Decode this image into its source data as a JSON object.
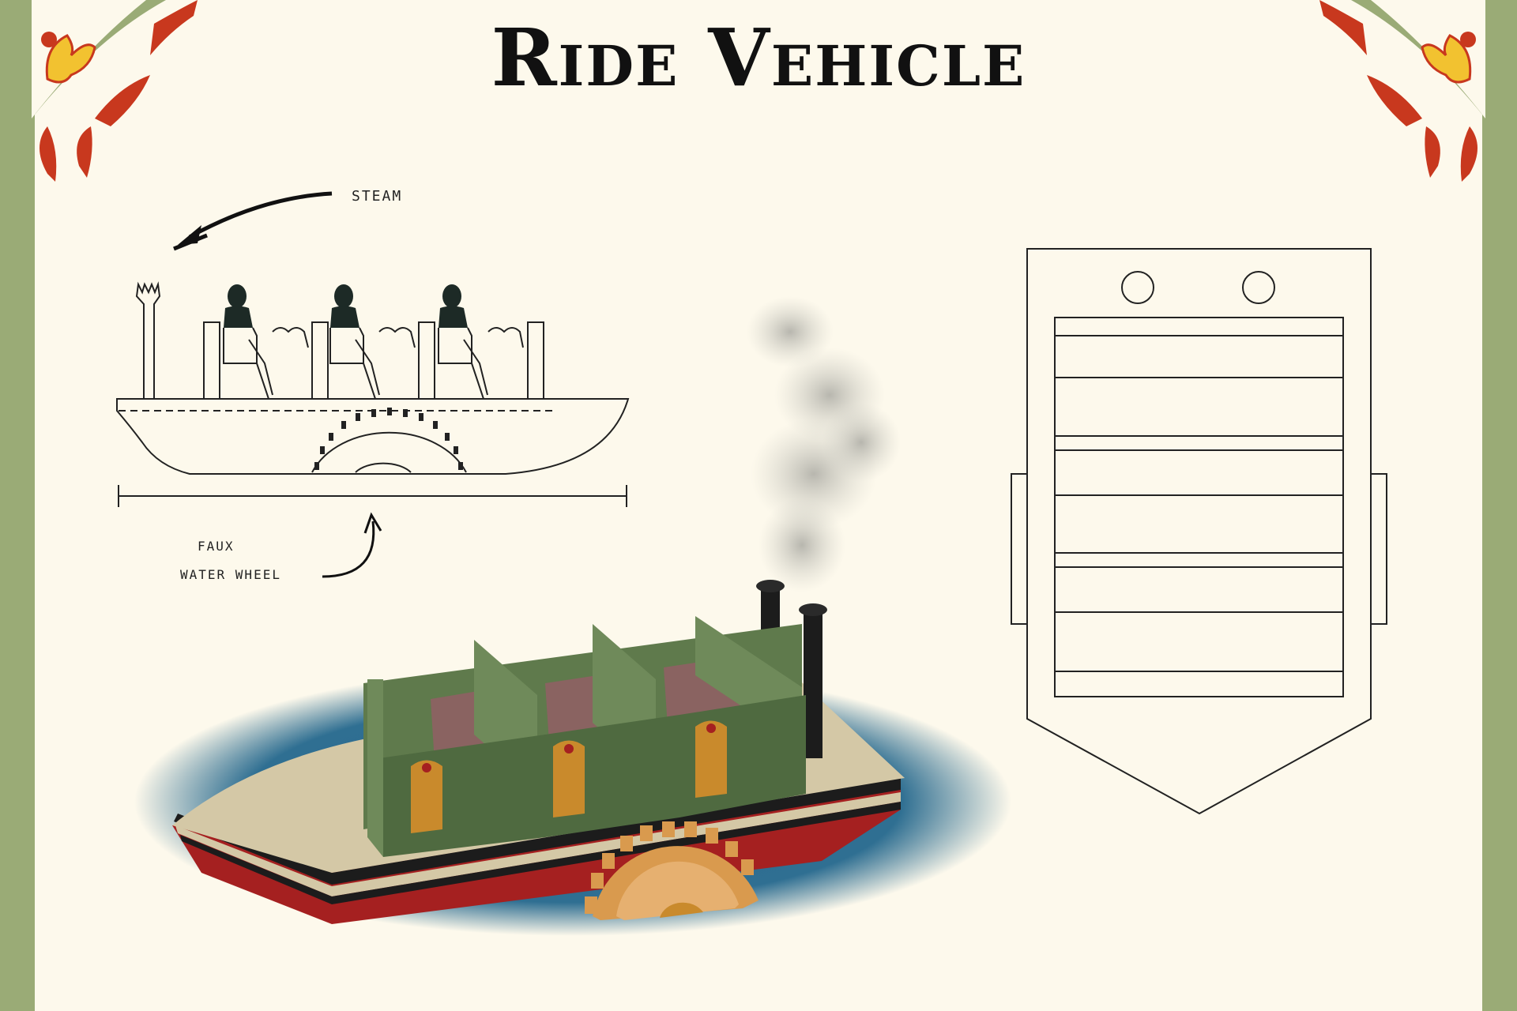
{
  "title": "Ride Vehicle",
  "annotations": {
    "steam": "STEAM",
    "faux": "FAUX",
    "water_wheel": "WATER WHEEL"
  },
  "colors": {
    "frame_green": "#9aab76",
    "ornament_red": "#c8381e",
    "ornament_yellow": "#f2c230",
    "page_bg": "#fdf9ec",
    "water_blue": "#2b6a8c",
    "hull_tan": "#d4c8a6",
    "hull_red": "#a52020",
    "seat_green": "#5f7a4c",
    "seat_cushion": "#8a6361",
    "panel_orange": "#c98a2c",
    "wheel_orange": "#d99a4e",
    "stack_black": "#1c1c1c"
  }
}
